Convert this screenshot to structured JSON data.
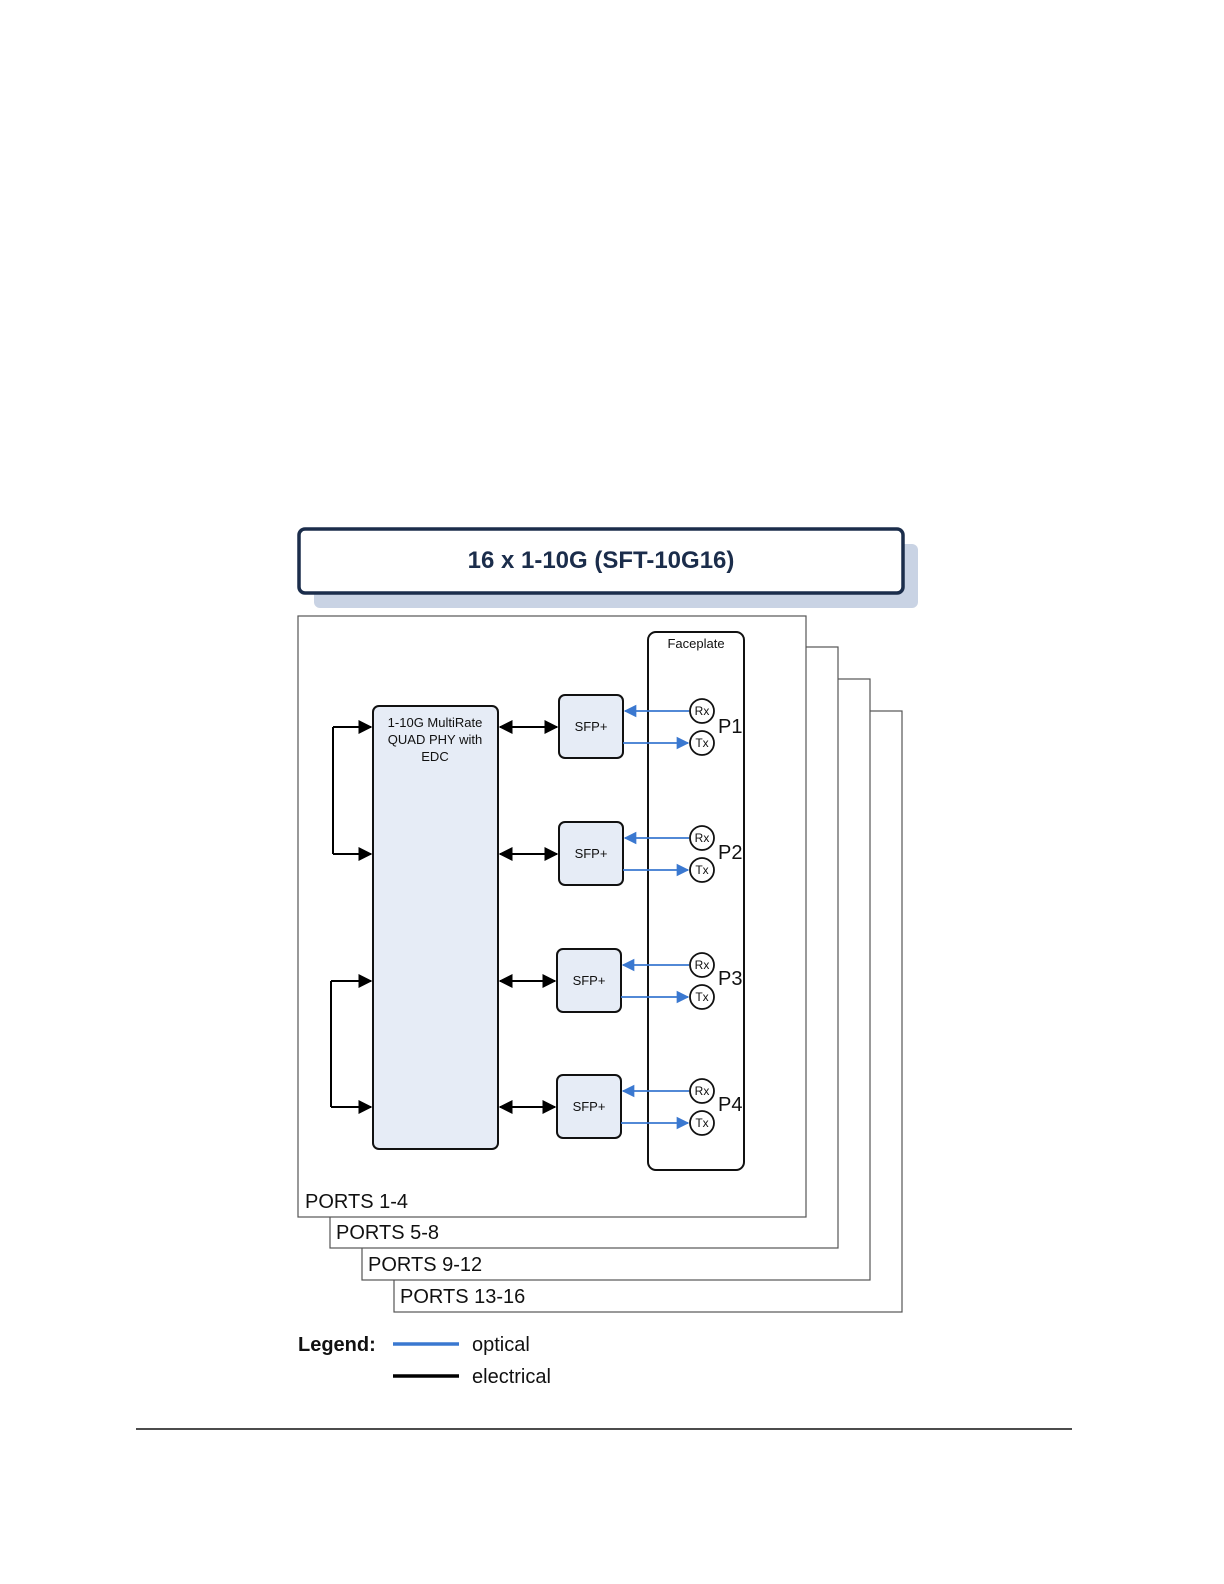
{
  "title": "16 x 1-10G (SFT-10G16)",
  "phy_label_lines": [
    "1-10G MultiRate",
    "QUAD PHY with",
    "EDC"
  ],
  "faceplate_label": "Faceplate",
  "sfp_label": "SFP+",
  "rx_label": "Rx",
  "tx_label": "Tx",
  "ports": [
    "P1",
    "P2",
    "P3",
    "P4"
  ],
  "port_groups": [
    "PORTS 1-4",
    "PORTS 5-8",
    "PORTS 9-12",
    "PORTS 13-16"
  ],
  "legend": {
    "heading": "Legend:",
    "optical": "optical",
    "electrical": "electrical",
    "optical_color": "#3a78d0",
    "electrical_color": "#000000"
  },
  "colors": {
    "title_border": "#1b2d4b",
    "title_shadow": "#c9d3e4",
    "block_fill": "#e6ecf6",
    "optical": "#3a78d0"
  }
}
